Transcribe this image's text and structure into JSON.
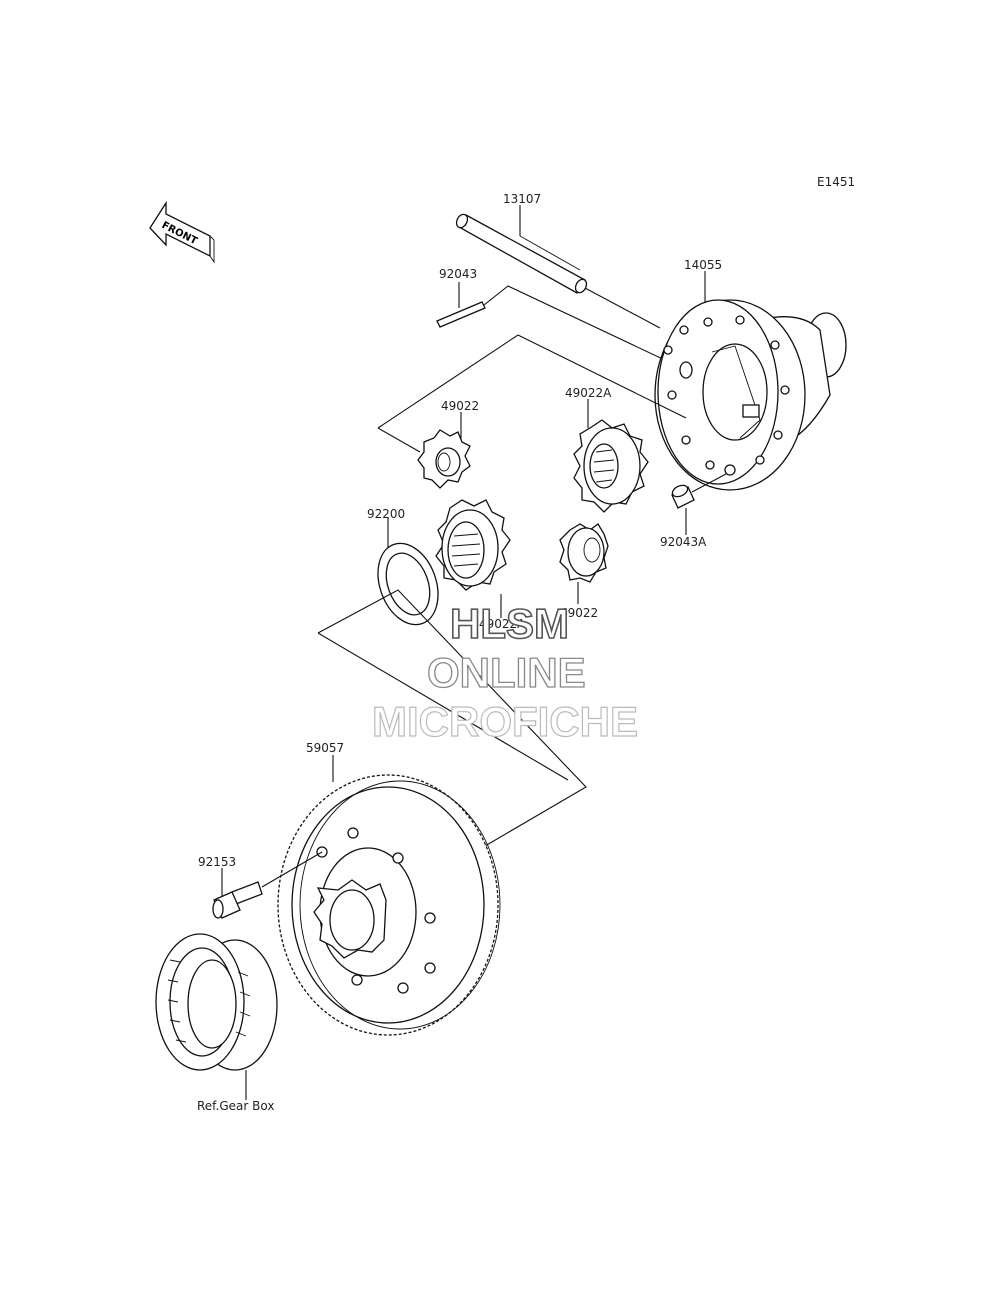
{
  "diagram_code": "E1451",
  "front_arrow": {
    "label": "FRONT",
    "icon": "front-arrow-icon"
  },
  "labels": {
    "p13107": "13107",
    "p14055": "14055",
    "p92043": "92043",
    "p49022_top": "49022",
    "p49022A_top": "49022A",
    "p92200": "92200",
    "p49022A_bottom": "49022A",
    "p49022_bottom": "49022",
    "p92043A": "92043A",
    "p59057": "59057",
    "p92153": "92153",
    "ref_gear_box": "Ref.Gear Box"
  },
  "watermark": {
    "line1": "HLSM",
    "line2": "ONLINE",
    "line3": "MICROFICHE"
  }
}
